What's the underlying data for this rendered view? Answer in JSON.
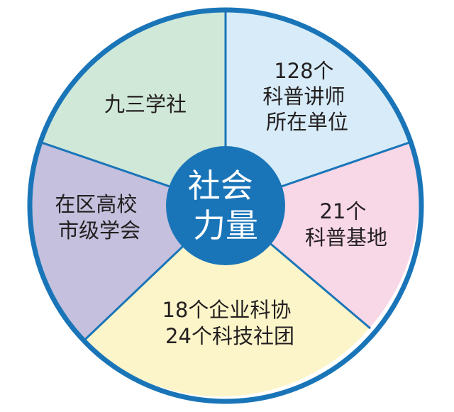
{
  "diagram": {
    "center": {
      "lines": [
        "社会",
        "力量"
      ],
      "color": "#1a75b8"
    },
    "ring_color": "#1a75b8",
    "divider_color": "#1a75b8",
    "segments": [
      {
        "id": "jiusan",
        "lines": [
          "九三学社"
        ],
        "color": "#d0e8d8"
      },
      {
        "id": "science-lecturers",
        "lines": [
          "128个",
          "科普讲师",
          "所在单位"
        ],
        "color": "#d7ecf8"
      },
      {
        "id": "science-bases",
        "lines": [
          "21个",
          "科普基地"
        ],
        "color": "#f8d7e7"
      },
      {
        "id": "enterprise-associations",
        "lines": [
          "18个企业科协",
          "24个科技社团"
        ],
        "color": "#fbf5c9"
      },
      {
        "id": "universities-societies",
        "lines": [
          "在区高校",
          "市级学会"
        ],
        "color": "#c4c0dd"
      }
    ]
  }
}
